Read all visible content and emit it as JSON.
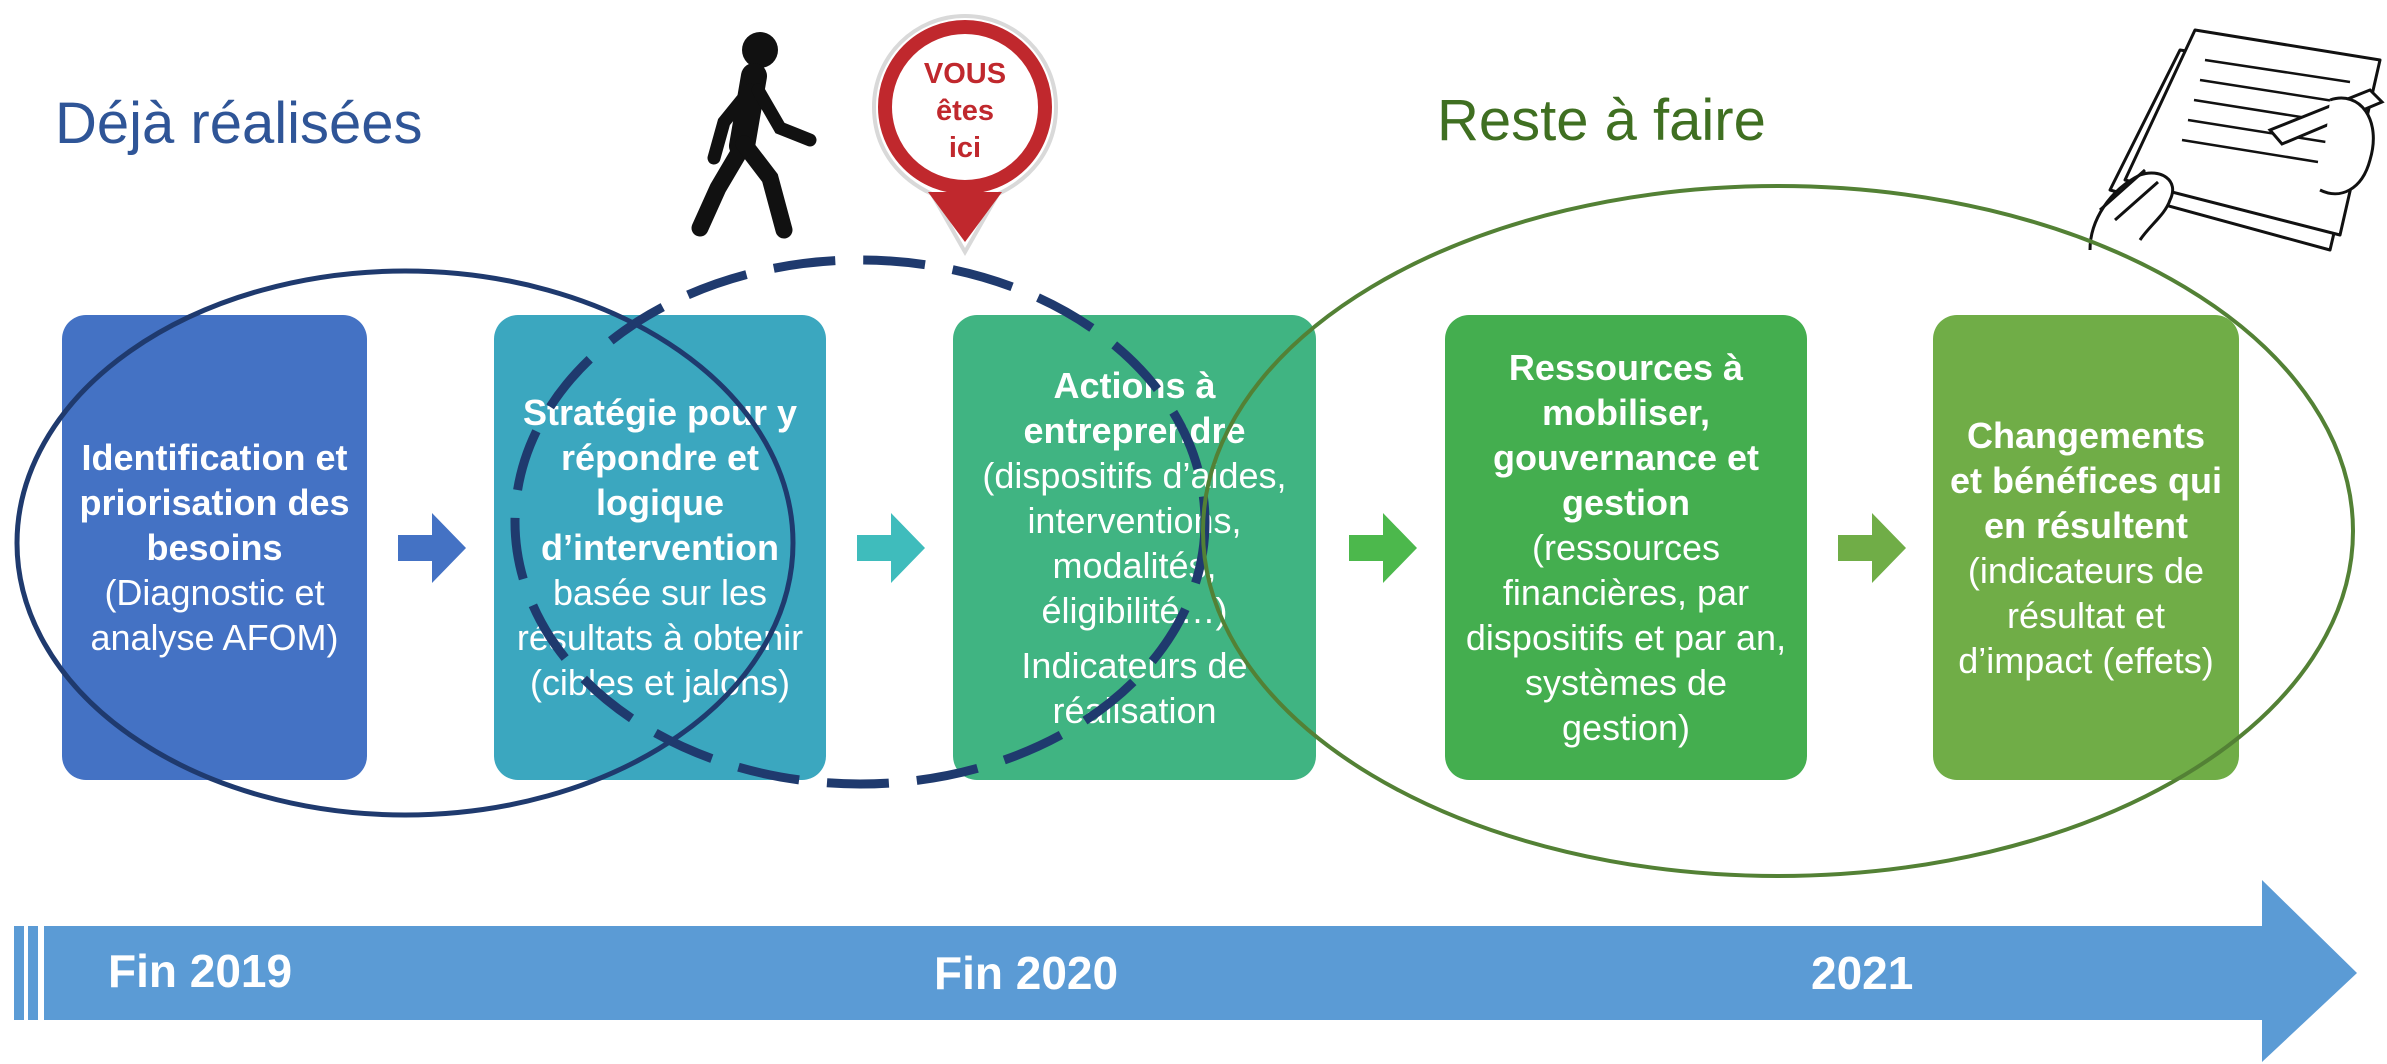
{
  "headings": {
    "done": "Déjà réalisées",
    "todo": "Reste à faire"
  },
  "marker": {
    "line1": "VOUS",
    "line2": "êtes",
    "line3": "ici",
    "color": "#c0282d"
  },
  "steps": [
    {
      "bold": "Identification et priorisation des besoins",
      "text": "(Diagnostic et analyse AFOM)",
      "color": "#4472c4"
    },
    {
      "bold": "Stratégie pour y répondre et logique d’intervention",
      "text": "basée sur les résultats à obtenir (cibles et jalons)",
      "color": "#3ba7bf"
    },
    {
      "bold": "Actions à entreprendre",
      "text": "(dispositifs d’aides, interventions, modalités, éligibilité…)",
      "text2": "Indicateurs de réalisation",
      "color": "#40b482"
    },
    {
      "bold": "Ressources à mobiliser, gouvernance et gestion",
      "text": "(ressources financières, par dispositifs et par an, systèmes de gestion)",
      "color": "#44ae4f"
    },
    {
      "bold": "Changements et bénéfices qui en résultent",
      "text": "(indicateurs de résultat et d’impact (effets)",
      "color": "#70ad47"
    }
  ],
  "timeline": {
    "labels": [
      "Fin 2019",
      "Fin 2020",
      "2021"
    ],
    "color": "#5b9bd5"
  },
  "icons": [
    "walking-person-icon",
    "location-pin-icon",
    "hand-signing-document-icon"
  ],
  "colors": {
    "done_outline": "#1f3a6e",
    "todo_outline": "#538135"
  }
}
